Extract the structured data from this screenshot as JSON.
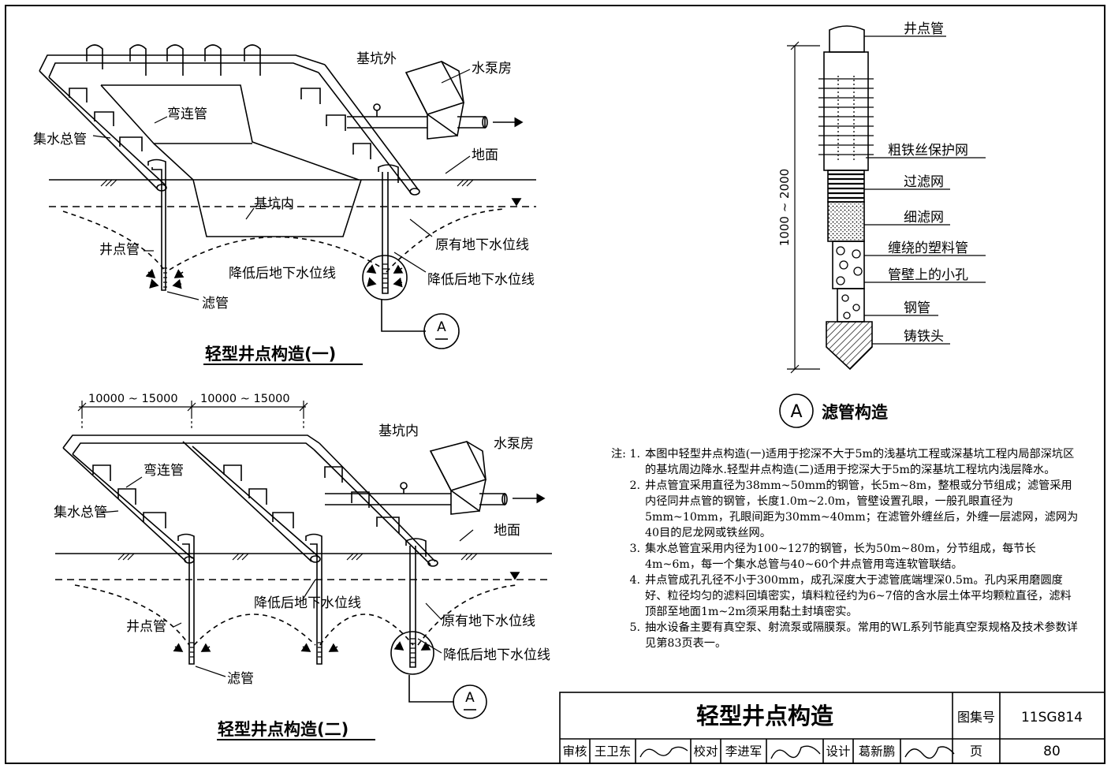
{
  "diagram1": {
    "title": "轻型井点构造(一)",
    "labels": {
      "outside_pit": "基坑外",
      "pump_house": "水泵房",
      "bend_pipe": "弯连管",
      "header_pipe": "集水总管",
      "ground": "地面",
      "inside_pit": "基坑内",
      "original_water": "原有地下水位线",
      "well_pipe": "井点管",
      "lowered_water_left": "降低后地下水位线",
      "lowered_water_right": "降低后地下水位线",
      "filter_pipe": "滤管",
      "detail_ref": "A"
    }
  },
  "diagram2": {
    "title": "轻型井点构造(二)",
    "labels": {
      "span_left": "10000 ~ 15000",
      "span_right": "10000 ~ 15000",
      "inside_pit": "基坑内",
      "pump_house": "水泵房",
      "bend_pipe": "弯连管",
      "header_pipe": "集水总管",
      "ground": "地面",
      "lowered_water": "降低后地下水位线",
      "original_water": "原有地下水位线",
      "well_pipe": "井点管",
      "lowered_water_right": "降低后地下水位线",
      "filter_pipe": "滤管",
      "detail_ref": "A"
    }
  },
  "detail": {
    "title": "滤管构造",
    "ref": "A",
    "dimension": "1000 ~ 2000",
    "labels": [
      "井点管",
      "粗铁丝保护网",
      "过滤网",
      "细滤网",
      "缠绕的塑料管",
      "管壁上的小孔",
      "钢管",
      "铸铁头"
    ]
  },
  "notes": {
    "prefix": "注:",
    "items": [
      {
        "num": "1.",
        "text": "本图中轻型井点构造(一)适用于挖深不大于5m的浅基坑工程或深基坑工程内局部深坑区的基坑周边降水.轻型井点构造(二)适用于挖深大于5m的深基坑工程坑内浅层降水。"
      },
      {
        "num": "2.",
        "text": "井点管宜采用直径为38mm~50mm的钢管，长5m~8m，整根或分节组成；滤管采用内径同井点管的钢管，长度1.0m~2.0m，管壁设置孔眼，一般孔眼直径为5mm~10mm，孔眼间距为30mm~40mm；在滤管外缠丝后，外缠一层滤网，滤网为40目的尼龙网或铁丝网。"
      },
      {
        "num": "3.",
        "text": "集水总管宜采用内径为100~127的钢管，长为50m~80m，分节组成，每节长4m~6m，每一个集水总管与40~60个井点管用弯连软管联结。"
      },
      {
        "num": "4.",
        "text": "井点管成孔孔径不小于300mm，成孔深度大于滤管底端埋深0.5m。孔内采用磨圆度好、粒径均匀的滤料回填密实，填料粒径约为6~7倍的含水层土体平均颗粒直径，滤料顶部至地面1m~2m须采用黏土封填密实。"
      },
      {
        "num": "5.",
        "text": "抽水设备主要有真空泵、射流泵或隔膜泵。常用的WL系列节能真空泵规格及技术参数详见第83页表一。"
      }
    ]
  },
  "title_block": {
    "drawing_title": "轻型井点构造",
    "atlas_label": "图集号",
    "atlas_no": "11SG814",
    "review_label": "审核",
    "reviewer": "王卫东",
    "check_label": "校对",
    "checker": "李进军",
    "design_label": "设计",
    "designer": "葛新鹏",
    "page_label": "页",
    "page_no": "80"
  }
}
